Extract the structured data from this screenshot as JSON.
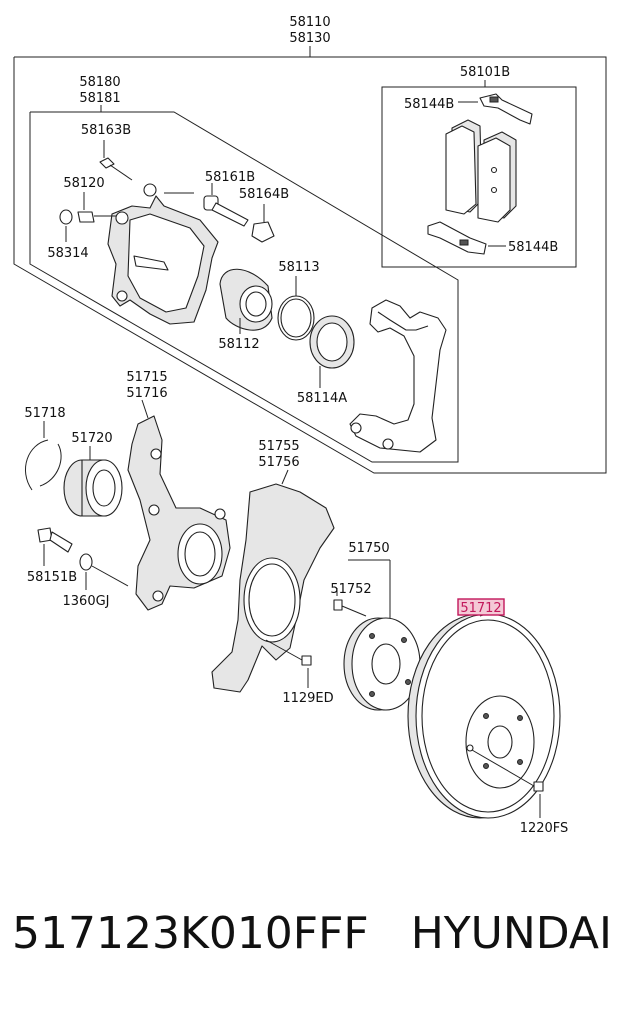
{
  "labels": {
    "assy_a": "58110",
    "assy_b": "58130",
    "caliper_a": "58180",
    "caliper_b": "58181",
    "pad_kit": "58101B",
    "shim_top": "58144B",
    "shim_bottom": "58144B",
    "guide_bolt": "58163B",
    "bleeder": "58120",
    "cap": "58314",
    "pin": "58161B",
    "boot": "58164B",
    "seal": "58113",
    "piston": "58112",
    "piston_boot": "58114A",
    "knuckle_a": "51715",
    "knuckle_b": "51716",
    "snap_ring": "51718",
    "bearing": "51720",
    "dust_cover_a": "51755",
    "dust_cover_b": "51756",
    "hub": "51750",
    "hub_bolt": "51752",
    "knuckle_bolt": "58151B",
    "knuckle_nut": "1360GJ",
    "cover_bolt": "1129ED",
    "disc": "51712",
    "disc_screw": "1220FS"
  },
  "caption": {
    "part_number": "517123K010FFF",
    "brand": "HYUNDAI"
  },
  "colors": {
    "highlight": "#c2185b",
    "highlight_fill": "#f4c9d6"
  }
}
